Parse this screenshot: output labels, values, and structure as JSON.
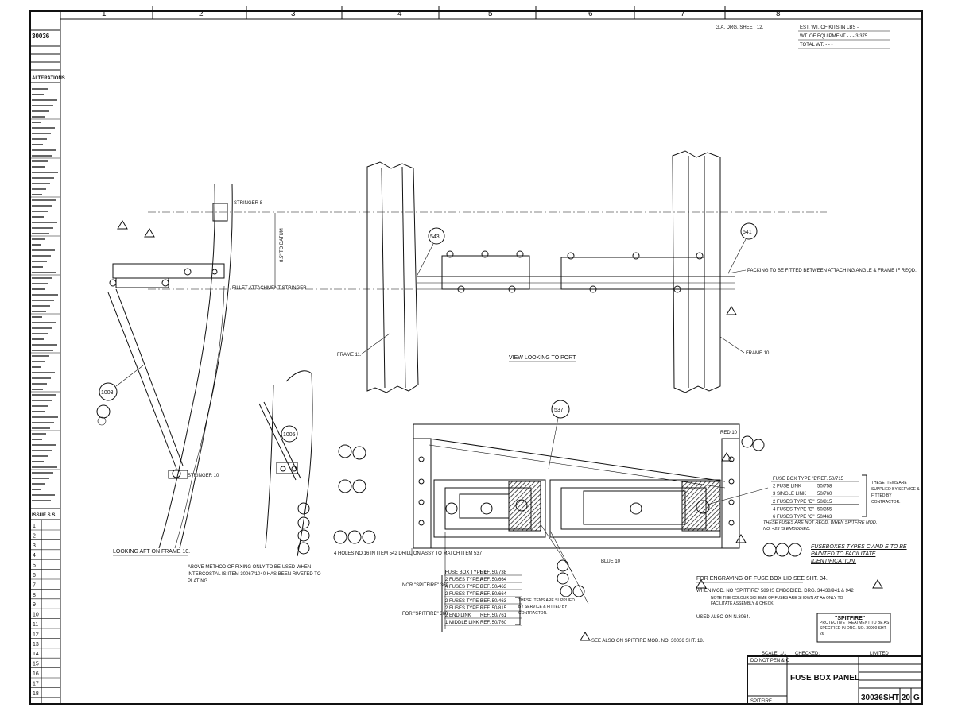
{
  "zone_numbers": [
    "1",
    "2",
    "3",
    "4",
    "5",
    "6",
    "7",
    "8"
  ],
  "header_notes": {
    "ga_ref": "G.A. DRG. SHEET 12.",
    "est_weight": "EST. WT. OF KITS IN LBS -",
    "wt_equipment": "WT. OF EQUIPMENT -  -  - 3.375",
    "total_wt": "TOTAL WT.  -  -  -"
  },
  "left_strip": {
    "drawing_no": "30036",
    "alterations_title": "ALTERATIONS",
    "issue_title": "ISSUE S.S.",
    "issue_numbers": [
      "1",
      "2",
      "3",
      "4",
      "5",
      "6",
      "7",
      "8",
      "9",
      "10",
      "11",
      "12",
      "13",
      "14",
      "15",
      "16",
      "17",
      "18"
    ]
  },
  "labels": {
    "stringer_8": "STRINGER 8",
    "dim_8_5": "8.5\" TO DATUM",
    "fillet_stringer": "FILLET ATTACHMENT STRINGER",
    "stringer_10": "STRINGER 10",
    "looking_aft": "LOOKING AFT ON FRAME 10.",
    "frame_11": "FRAME 11.",
    "frame_10": "FRAME 10.",
    "view_port": "VIEW LOOKING TO PORT.",
    "packing_note": "PACKING TO BE FITTED BETWEEN ATTACHING ANGLE & FRAME IF REQD.",
    "holes_note": "4 HOLES NO.16 IN ITEM 542 DRILL ON ASSY TO MATCH ITEM 537",
    "blue": "BLUE 10",
    "red": "RED 10",
    "above_method": "ABOVE METHOD OF FIXING ONLY TO BE USED WHEN INTERCOSTAL IS ITEM 30067/1040 HAS BEEN RIVETED TO PLATING.",
    "supplied_note": "THESE ITEMS ARE SUPPLIED BY SERVICE & FITTED BY CONTRACTOR.",
    "supplied_note2": "THESE ITEMS ARE SUPPLIED BY SERVICE & FITTED BY CONTRACTOR.",
    "fuseboxes_painted": "FUSEBOXES TYPES C AND E TO BE PAINTED TO FACILITATE IDENTIFICATION.",
    "fuses_note": "THESE FUSES ARE NOT REQD. WHEN SPITFIRE MOD. NO. 423 IS EMBODIED.",
    "engraving": "FOR ENGRAVING OF FUSE BOX LID SEE SHT. 34.",
    "when_mod": "WHEN MOD. NO \"SPITFIRE\" 589 IS EMBODIED. DRG. 34438/941 & 942",
    "note_a": "NOTE   THE COLOUR SCHEME OF FUSES ARE SHOWN AT AA ONLY TO FACILITATE ASSEMBLY & CHECK.",
    "used_also": "USED ALSO ON N.3064.",
    "see_also": "SEE ALSO ON SPITFIRE MOD. NO. 30036 SHT. 18.",
    "spitfire_box_title": "\"SPITFIRE\"",
    "spitfire_box_text": "PROTECTIVE TREATMENT TO BE AS SPECIFIED IN DRG. NO. 30000 SHT. 26"
  },
  "callouts": [
    "543",
    "541",
    "1003",
    "1005",
    "537"
  ],
  "parts_list_right": [
    {
      "name": "FUSE BOX TYPE \"E\"",
      "ref": "REF. 50/715"
    },
    {
      "name": "2 FUSE LINK",
      "ref": "50/758"
    },
    {
      "name": "3 SINGLE LINK",
      "ref": "50/760"
    },
    {
      "name": "2 FUSES TYPE \"D\"",
      "ref": "50/815"
    },
    {
      "name": "4 FUSES TYPE \"B\"",
      "ref": "50/355"
    },
    {
      "name": "6 FUSES TYPE \"C\"",
      "ref": "50/463"
    }
  ],
  "parts_list_bottom": [
    {
      "name": "FUSE BOX TYPE C",
      "ref": "REF. 50/738"
    },
    {
      "name": "2 FUSES TYPE A",
      "ref": "REF. 50/664"
    },
    {
      "name": "4 FUSES TYPE B",
      "ref": "REF. 50/463"
    },
    {
      "name": "2 FUSES TYPE A",
      "ref": "REF. 50/664"
    },
    {
      "name": "2 FUSES TYPE B",
      "ref": "REF. 50/463"
    },
    {
      "name": "2 FUSES TYPE D",
      "ref": "REF. 50/815"
    },
    {
      "name": "2 END LINK",
      "ref": "REF. 50/761"
    },
    {
      "name": "1 MIDDLE LINK",
      "ref": "REF. 50/760"
    }
  ],
  "for_labels": [
    "NOR \"SPITFIRE\" 360",
    "FOR \"SPITFIRE\" 360"
  ],
  "title_block": {
    "scale": "SCALE: 1/1",
    "checked": "CHECKED:",
    "do_not_scale": "DO NOT PEN & C",
    "title": "FUSE BOX PANEL",
    "aircraft": "SPITFIRE",
    "company": "LIMITED",
    "drawing_no": "30036",
    "sheet": "SHT 20",
    "issue": "G"
  }
}
